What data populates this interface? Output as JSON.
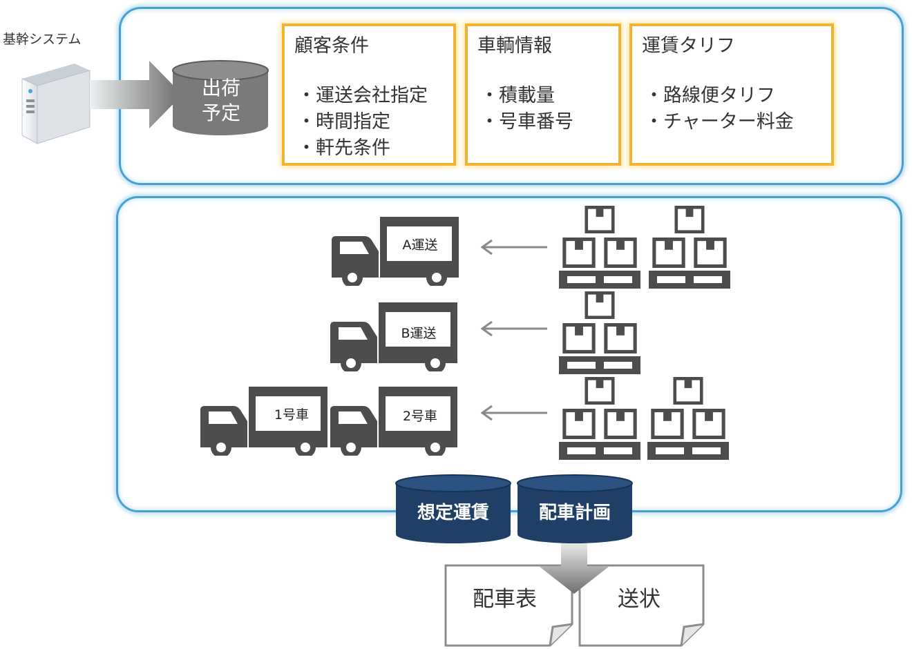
{
  "core_system": {
    "label": "基幹システム",
    "icon": "server-icon"
  },
  "shipment_db": {
    "line1": "出荷",
    "line2": "予定"
  },
  "cards": [
    {
      "title": "顧客条件",
      "items": [
        "・運送会社指定",
        "・時間指定",
        "・軒先条件"
      ]
    },
    {
      "title": "車輌情報",
      "items": [
        "・積載量",
        "・号車番号"
      ]
    },
    {
      "title": "運賃タリフ",
      "items": [
        "・路線便タリフ",
        "・チャーター料金"
      ]
    }
  ],
  "trucks": {
    "a": "A運送",
    "b": "B運送",
    "no1": "1号車",
    "no2": "2号車"
  },
  "output_dbs": {
    "freight": "想定運賃",
    "dispatch": "配車計画"
  },
  "documents": {
    "dispatch_sheet": "配車表",
    "invoice": "送状"
  },
  "colors": {
    "panel_border": "#4a9fd1",
    "card_border": "#f2b233",
    "truck": "#4d4d4d",
    "db_gray": "#777777",
    "db_navy": "#1f3f66"
  }
}
